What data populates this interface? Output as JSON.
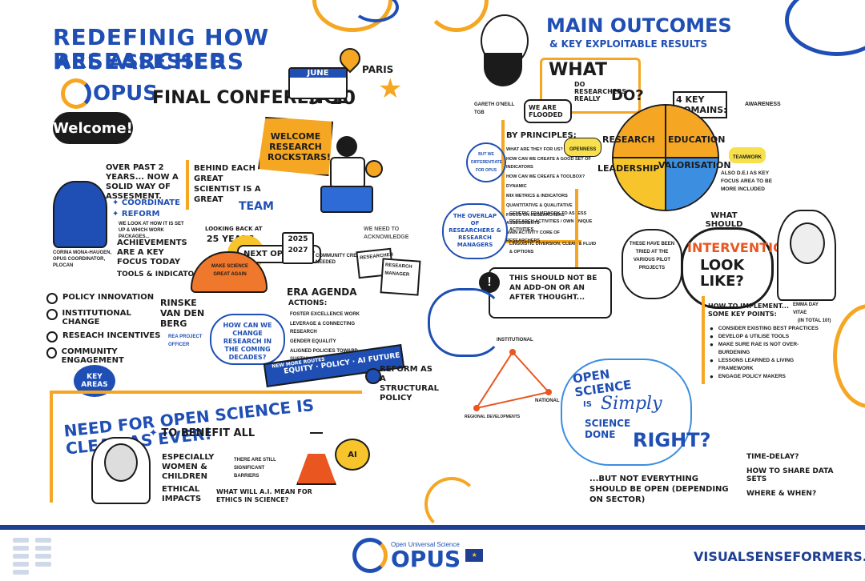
{
  "left": {
    "title_line1": "REDEFINIG HOW RESEARCHERS",
    "title_line2": "ARE ASSESSED",
    "opus_logo": "OPUS",
    "conference": "FINAL CONFERENCE",
    "dates": "9-10",
    "month": "JUNE",
    "city": "PARIS",
    "welcome": "Welcome!",
    "rockstars": "WELCOME RESEARCH ROCKSTARS!",
    "past_years": "OVER PAST 2 YEARS... NOW A SOLID WAY OF ASSESMENT.",
    "bullet_coordinate": "COORDINATE",
    "bullet_reform": "REFORM",
    "look_at": "WE LOOK AT HOW IT IS SET UP & WHICH WORK PACKAGES...",
    "achievements": "ACHIEVEMENTS ARE A KEY FOCUS TODAY",
    "tools": "TOOLS & INDICATORS",
    "speaker1": "CORINA MONA-HAUGEN, OPUS COORDINATOR, PLOCAN",
    "behind": "BEHIND EACH GREAT SCIENTIST IS A GREAT",
    "team": "TEAM",
    "key_areas_items": [
      "POLICY INNOVATION",
      "INSTITUTIONAL CHANGE",
      "RESEACH INCENTIVES",
      "COMMUNITY ENGAGEMENT"
    ],
    "key_areas": "KEY AREAS",
    "looking_back": "LOOKING BACK AT",
    "years25": "25 YEARS",
    "next_options": "NEXT OPTIONS?",
    "years_range": "2025 2027",
    "community": "COMMUNITY CREATION NEEDED",
    "cap_text": "MAKE SCIENCE GREAT AGAIN",
    "rinske": "RINSKE VAN DEN BERG",
    "rinske_role": "REA PROJECT OFFICER",
    "change_q": "HOW CAN WE CHANGE RESEARCH IN THE COMING DECADES?",
    "era": "ERA AGENDA",
    "actions": "ACTIONS:",
    "action_items": [
      "FOSTER EXCELLENCE WORK",
      "LEVERAGE & CONNECTING RESEARCH",
      "GENDER EQUALITY",
      "ALIGNED POLICIES TOWARD SUSTAINABLE LIVES"
    ],
    "acknowledge": "WE NEED TO ACKNOWLEDGE",
    "researcher": "RESEARCHER",
    "research_manager": "RESEARCH MANAGER",
    "equity": "EQUITY · POLICY · AI FUTURE",
    "how_more": "NEW MORE ROUTES",
    "reform_policy": "REFORM AS A STRUCTURAL POLICY",
    "need_open": "NEED FOR OPEN SCIENCE IS CLEAR AS EVER!",
    "benefit": "TO BENEFIT ALL",
    "women": "ESPECIALLY WOMEN & CHILDREN",
    "barriers": "THERE ARE STILL SIGNIFICANT BARRIERS",
    "ethical": "ETHICAL IMPACTS",
    "ai_ethics": "WHAT WILL A.I. MEAN FOR ETHICS IN SCIENCE?",
    "ai_label": "AI"
  },
  "right": {
    "title": "MAIN OUTCOMES",
    "subtitle": "& KEY EXPLOITABLE RESULTS",
    "speaker": "GARETH O'NEILL TGB",
    "what": "WHAT",
    "do_researchers": "DO RESEARCHERS REALLY",
    "do": "DO?",
    "flooded": "WE ARE FLOODED",
    "but_we": "BUT WE DIFFERENTIATE FOR OPUS",
    "by_principles": "BY PRINCIPLES:",
    "principles": [
      "WHAT ARE THEY FOR US?",
      "HOW CAN WE CREATE A GOOD SET OF INDICATORS",
      "HOW CAN WE CREATE A TOOLBOX?",
      "DYNAMIC",
      "MIX METRICS & INDICATORS",
      "QUANTITATIVE & QUALITATIVE",
      "FOCUS ON RESEARCHERS ASSESSMENTS",
      "MAIN ACTIVITY CORE OF RESEARCHERS"
    ],
    "openness": "OPENNESS",
    "generic": "GENERIC FRAMEWORK TO ASSESS RESEARCH ACTIVITIES / OWN UNIQUE ACTIVITIES",
    "linguistic": "LINGUISTIC DIVERSION, CLEAR & FLUID & OPTIONS",
    "overlap": "THE OVERLAP OF RESEARCHERS & RESEARCH MANAGERS",
    "key_domains": "4 KEY DOMAINS:",
    "domains": [
      "RESEARCH",
      "EDUCATION",
      "LEADERSHIP",
      "VALORISATION"
    ],
    "awareness": "AWARENESS",
    "teamwork": "TEAMWORK",
    "dei": "ALSO D.E.I AS KEY FOCUS AREA TO BE MORE INCLUDED",
    "addon": "THIS SHOULD NOT BE AN ADD-ON OR AN AFTER THOUGHT...",
    "what_should": "WHAT SHOULD",
    "intervention": "INTERVENTION",
    "look_like": "LOOK LIKE?",
    "tried": "THESE HAVE BEEN TRIED AT THE VARIOUS PILOT PROJECTS",
    "speaker2": "EMMA DAY VITAE",
    "how_impl": "HOW TO IMPLEMENT... SOME KEY POINTS:",
    "in_total": "(IN TOTAL 10!)",
    "impl_points": [
      "CONSIDER EXISTING BEST PRACTICES",
      "DEVELOP & UTILISE TOOLS",
      "MAKE SURE RAE IS NOT OVER-BURDENING",
      "LESSONS LEARNED & LIVING FRAMEWORK",
      "ENGAGE POLICY MAKERS"
    ],
    "open_science": "OPEN SCIENCE",
    "is": "IS",
    "simply": "Simply",
    "science_done": "SCIENCE DONE",
    "right_word": "RIGHT?",
    "but_not": "...BUT NOT EVERYTHING SHOULD BE OPEN (DEPENDING ON SECTOR)",
    "questions": [
      "TIME-DELAY?",
      "HOW TO SHARE DATA SETS",
      "WHERE & WHEN?"
    ],
    "triangle": [
      "INSTITUTIONAL",
      "NATIONAL",
      "REGIONAL DEVELOPMENTS"
    ]
  },
  "footer": {
    "opus_tag": "Open Universal Science",
    "logo": "OPUS",
    "site": "VISUALSENSEFORMERS.COM"
  }
}
